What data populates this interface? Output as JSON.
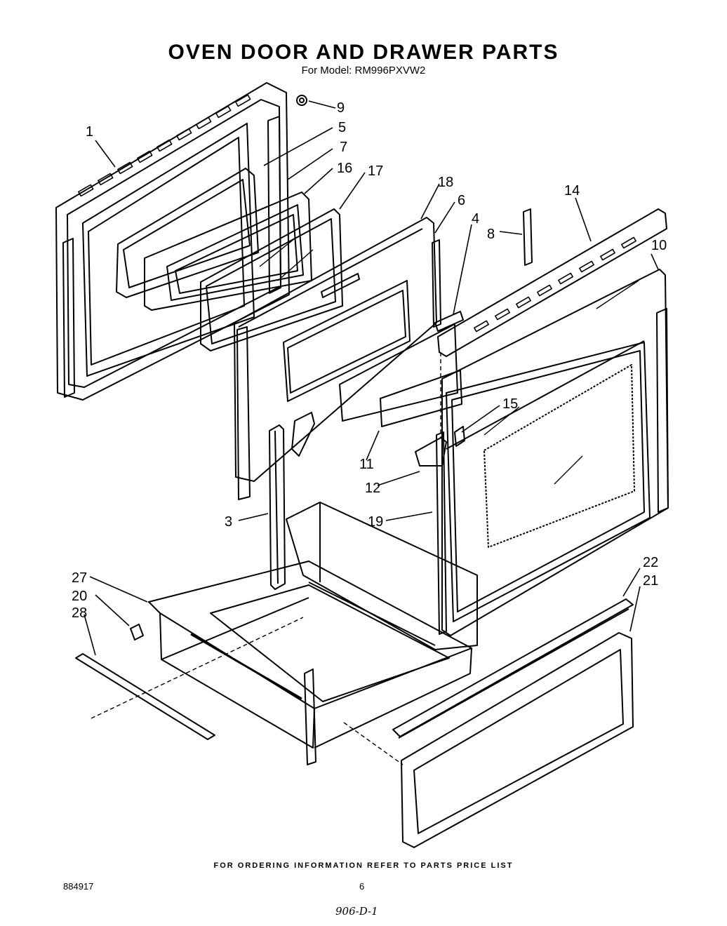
{
  "title": "OVEN DOOR AND DRAWER PARTS",
  "subtitle": "For Model: RM996PXVW2",
  "footer": "FOR ORDERING INFORMATION REFER TO PARTS PRICE LIST",
  "doc_number": "884917",
  "page_number": "6",
  "handwritten_note": "906-D-1",
  "callouts": [
    "1",
    "5",
    "7",
    "16",
    "17",
    "18",
    "6",
    "4",
    "8",
    "14",
    "10",
    "9",
    "15",
    "11",
    "12",
    "3",
    "19",
    "22",
    "21",
    "27",
    "20",
    "28"
  ]
}
